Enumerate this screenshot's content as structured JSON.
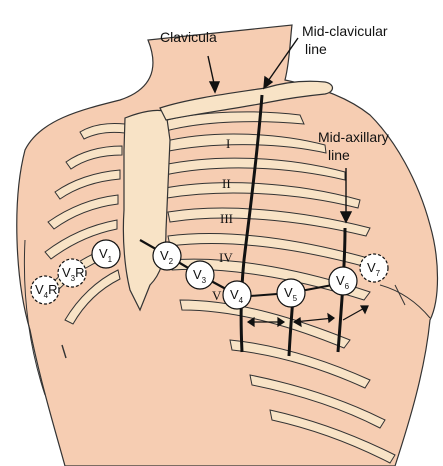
{
  "labels": {
    "clavicula": "Clavicula",
    "midclavicular_line1": "Mid-clavicular",
    "midclavicular_line2": "line",
    "midaxillary_line1": "Mid-axillary",
    "midaxillary_line2": "line"
  },
  "intercostal_spaces": [
    "I",
    "II",
    "III",
    "IV",
    "V"
  ],
  "electrodes": [
    {
      "main": "V",
      "sub": "1",
      "suffix": "",
      "dashed": false
    },
    {
      "main": "V",
      "sub": "2",
      "suffix": "",
      "dashed": false
    },
    {
      "main": "V",
      "sub": "3",
      "suffix": "",
      "dashed": false
    },
    {
      "main": "V",
      "sub": "4",
      "suffix": "",
      "dashed": false
    },
    {
      "main": "V",
      "sub": "5",
      "suffix": "",
      "dashed": false
    },
    {
      "main": "V",
      "sub": "6",
      "suffix": "",
      "dashed": false
    },
    {
      "main": "V",
      "sub": "7",
      "suffix": "",
      "dashed": true
    },
    {
      "main": "V",
      "sub": "3",
      "suffix": "R",
      "dashed": true
    },
    {
      "main": "V",
      "sub": "4",
      "suffix": "R",
      "dashed": true
    }
  ],
  "colors": {
    "skin": "#f6cdb2",
    "bone": "#f8e3c6",
    "outline": "#333333",
    "electrode_fill": "#ffffff"
  }
}
